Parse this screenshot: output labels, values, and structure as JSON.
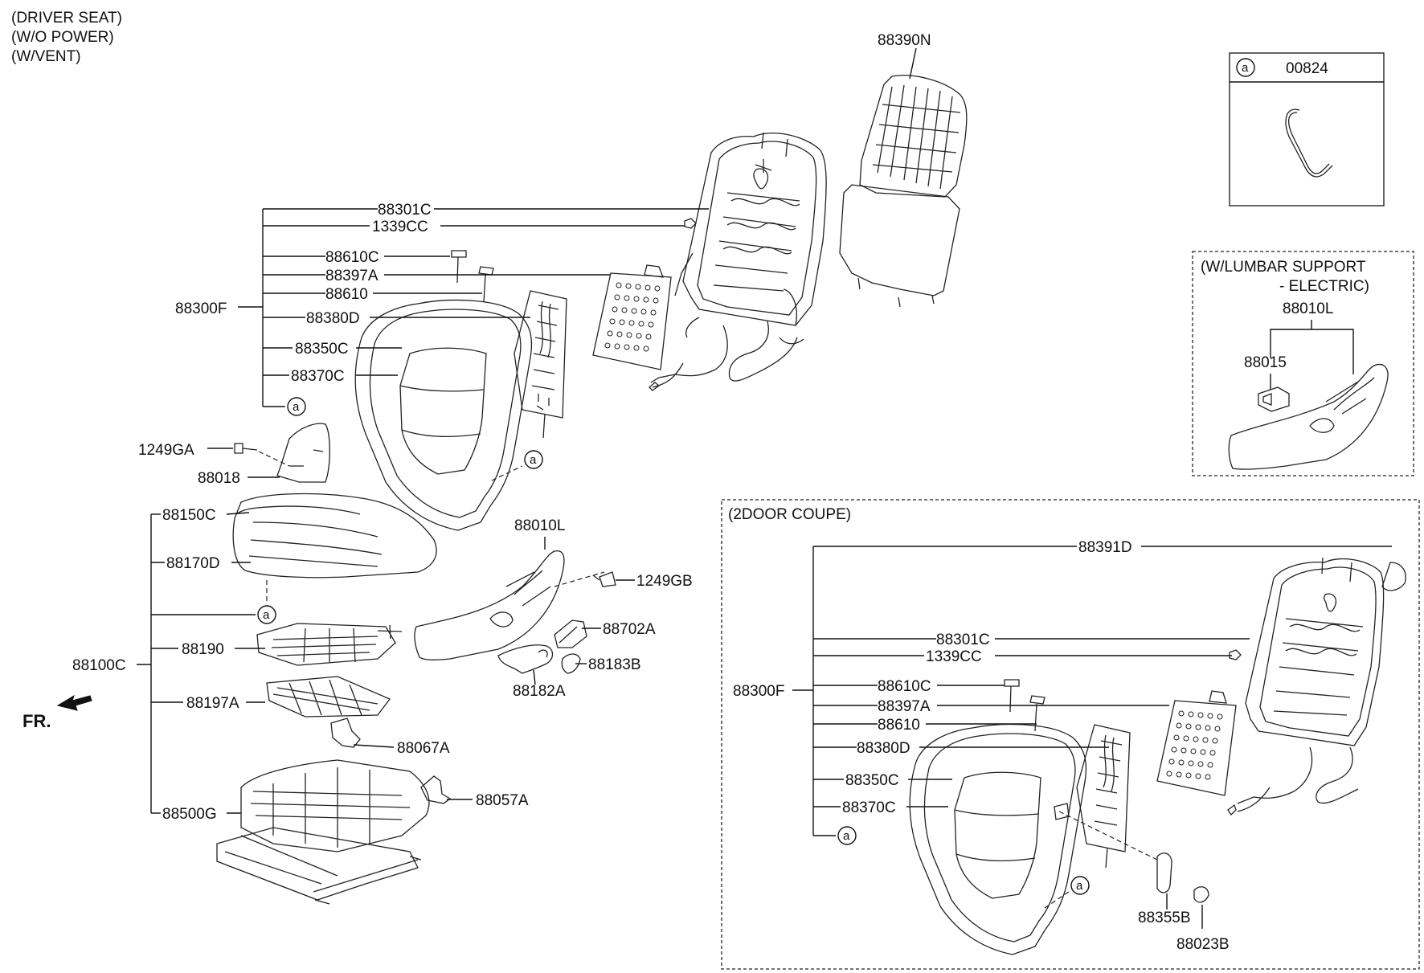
{
  "header": {
    "line1": "(DRIVER SEAT)",
    "line2": "(W/O POWER)",
    "line3": "(W/VENT)"
  },
  "inset_a": {
    "marker": "a",
    "part": "00824"
  },
  "inset_lumbar": {
    "title1": "(W/LUMBAR SUPPORT",
    "title2": "- ELECTRIC)",
    "part_main": "88010L",
    "part_sub": "88015"
  },
  "main_labels": {
    "p88390N": "88390N",
    "p88301C": "88301C",
    "p1339CC": "1339CC",
    "p88610C": "88610C",
    "p88397A": "88397A",
    "p88610": "88610",
    "p88300F": "88300F",
    "p88380D": "88380D",
    "p88350C": "88350C",
    "p88370C": "88370C",
    "p1249GA": "1249GA",
    "p88018": "88018",
    "p88150C": "88150C",
    "p88170D": "88170D",
    "p88010L": "88010L",
    "p1249GB": "1249GB",
    "p88702A": "88702A",
    "p88100C": "88100C",
    "p88190": "88190",
    "p88183B": "88183B",
    "p88182A": "88182A",
    "p88197A": "88197A",
    "p88067A": "88067A",
    "p88057A": "88057A",
    "p88500G": "88500G",
    "fr": "FR."
  },
  "coupe": {
    "title": "(2DOOR COUPE)",
    "p88391D": "88391D",
    "p88301C": "88301C",
    "p1339CC": "1339CC",
    "p88300F": "88300F",
    "p88610C": "88610C",
    "p88397A": "88397A",
    "p88610": "88610",
    "p88380D": "88380D",
    "p88350C": "88350C",
    "p88370C": "88370C",
    "p88355B": "88355B",
    "p88023B": "88023B"
  },
  "marker": "a"
}
